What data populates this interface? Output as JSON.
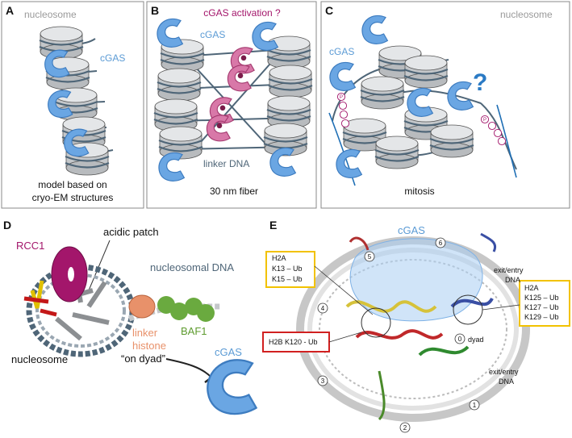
{
  "panels": {
    "A": {
      "letter": "A",
      "nucleosome_label": "nucleosome",
      "cgas_label": "cGAS",
      "caption_line1": "model based on",
      "caption_line2": "cryo-EM structures"
    },
    "B": {
      "letter": "B",
      "title": "cGAS activation ?",
      "cgas_label": "cGAS",
      "linker_label": "linker DNA",
      "caption": "30 nm fiber"
    },
    "C": {
      "letter": "C",
      "nucleosome_label": "nucleosome",
      "cgas_label": "cGAS",
      "question": "?",
      "phospho": "P",
      "caption": "mitosis"
    },
    "D": {
      "letter": "D",
      "rcc1_label": "RCC1",
      "acidic_patch_label": "acidic patch",
      "nucleosomal_dna_label": "nucleosomal DNA",
      "baf1_label": "BAF1",
      "linker_line1": "linker",
      "linker_line2": "histone",
      "linker_line3": "“on dyad”",
      "nucleosome_label": "nucleosome",
      "cgas_label": "cGAS"
    },
    "E": {
      "letter": "E",
      "cgas_label": "cGAS",
      "h2a_left": {
        "title": "H2A",
        "line1": "K13 – Ub",
        "line2": "K15 – Ub"
      },
      "h2b_box": "H2B K120 - Ub",
      "h2a_right": {
        "title": "H2A",
        "line1": "K125 – Ub",
        "line2": "K127 – Ub",
        "line3": "K129 – Ub"
      },
      "exit_top_1": "exit/entry",
      "exit_top_2": "DNA",
      "exit_bottom_1": "exit/entry",
      "exit_bottom_2": "DNA",
      "dyad_label": "dyad",
      "positions": [
        "0",
        "1",
        "2",
        "3",
        "4",
        "5",
        "6"
      ]
    }
  },
  "colors": {
    "cgas_blue": "#5b9bd5",
    "cgas_light": "#a9cdf2",
    "rcc1_magenta": "#a3166b",
    "pink_cgas": "#d36a9b",
    "dna_slate": "#4f6678",
    "histone_gray": "#c9cbcd",
    "linker_orange": "#e8916a",
    "baf_green": "#6aaa3f",
    "yellow_box": "#f2c200",
    "red_box": "#d12020",
    "gray_label": "#9a9a9a"
  }
}
